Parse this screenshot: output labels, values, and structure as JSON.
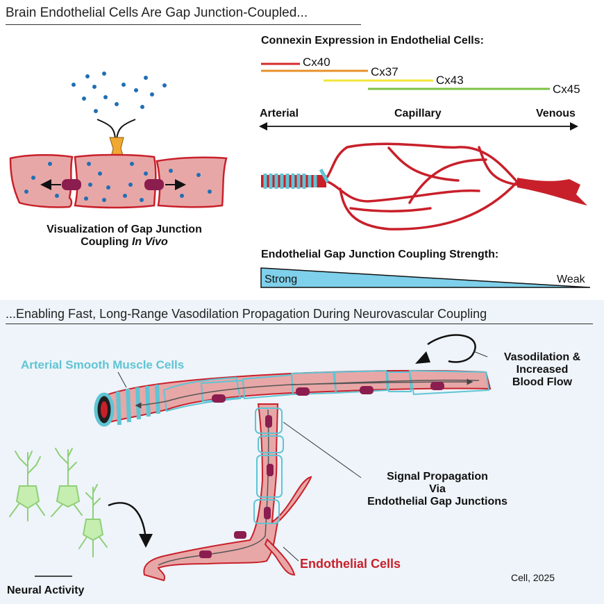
{
  "top": {
    "title": "Brain Endothelial Cells Are Gap Junction-Coupled...",
    "viz_label_line1": "Visualization of Gap Junction",
    "viz_label_line2_prefix": "Coupling ",
    "viz_label_line2_italic": "In Vivo",
    "connexin_title": "Connexin Expression in Endothelial Cells:",
    "connexins": [
      {
        "name": "Cx40",
        "color": "#d62b2b"
      },
      {
        "name": "Cx37",
        "color": "#e8902a"
      },
      {
        "name": "Cx43",
        "color": "#f2e43a"
      },
      {
        "name": "Cx45",
        "color": "#7dc243"
      }
    ],
    "axis": {
      "left": "Arterial",
      "middle": "Capillary",
      "right": "Venous"
    },
    "strength_title": "Endothelial Gap Junction Coupling Strength:",
    "strong": "Strong",
    "weak": "Weak"
  },
  "bottom": {
    "title": "...Enabling Fast, Long-Range Vasodilation Propagation During Neurovascular Coupling",
    "smooth_muscle": "Arterial Smooth Muscle Cells",
    "vasodilation_1": "Vasodilation &",
    "vasodilation_2": "Increased",
    "vasodilation_3": "Blood Flow",
    "signal_1": "Signal Propagation",
    "signal_2": "Via",
    "signal_3": "Endothelial Gap Junctions",
    "endothelial": "Endothelial Cells",
    "neural": "Neural Activity",
    "citation": "Cell, 2025"
  },
  "colors": {
    "vessel_fill": "#e8a7a7",
    "vessel_stroke": "#c8202a",
    "junction": "#8b1d4f",
    "smooth_muscle": "#5fc4d4",
    "dye": "#1f6fb5",
    "neuron": "#b8e6a0",
    "strength_fill": "#7fd0ea"
  }
}
